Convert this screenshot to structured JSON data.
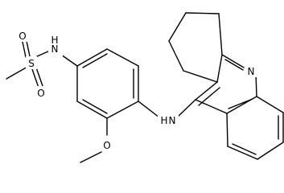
{
  "molecule": {
    "atoms": {
      "nh_sulfonamide": "N",
      "h_sulfonamide": "H",
      "sulfur": "S",
      "oxygen_top": "O",
      "oxygen_bottom": "O",
      "oxygen_methoxy": "O",
      "nh_amine": "N",
      "h_amine": "H",
      "nitrogen_ring": "N"
    }
  }
}
